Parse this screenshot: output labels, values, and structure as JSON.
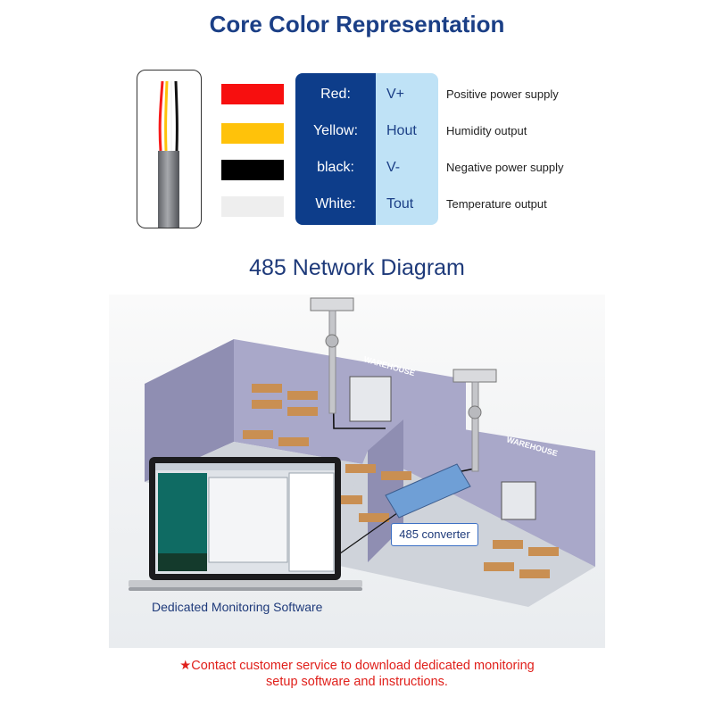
{
  "section_core": {
    "title": "Core Color Representation",
    "rows": [
      {
        "name": "Red:",
        "signal": "V+",
        "desc": "Positive power supply",
        "color": "#f70f0f"
      },
      {
        "name": "Yellow:",
        "signal": "Hout",
        "desc": "Humidity output",
        "color": "#ffc20a"
      },
      {
        "name": "black:",
        "signal": "V-",
        "desc": "Negative power supply",
        "color": "#000000"
      },
      {
        "name": "White:",
        "signal": "Tout",
        "desc": "Temperature output",
        "color": "#eeeeee"
      }
    ],
    "panel_dark": "#0d3d8a",
    "panel_light": "#bfe2f6"
  },
  "section_network": {
    "title": "485 Network Diagram",
    "warehouse_sign_1": "WAREHOUSE",
    "warehouse_sign_2": "WAREHOUSE",
    "converter_label": "485 converter",
    "software_label": "Dedicated Monitoring Software"
  },
  "footer": {
    "note_line1": "★Contact customer service to download dedicated monitoring",
    "note_line2": "setup software and instructions."
  }
}
